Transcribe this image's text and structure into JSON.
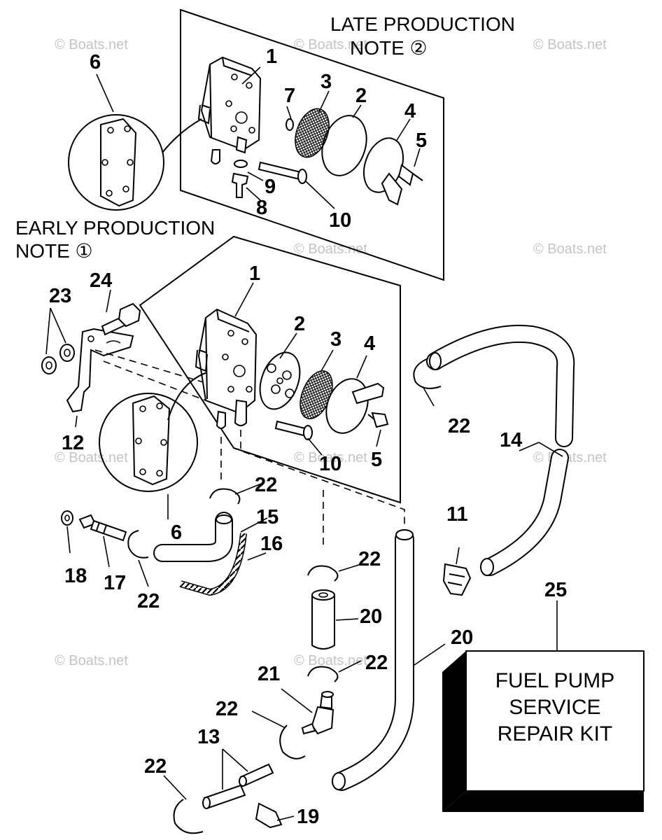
{
  "notes": {
    "late_line1": "LATE PRODUCTION",
    "late_line2": "NOTE ②",
    "early_line1": "EARLY PRODUCTION",
    "early_line2": "NOTE ①"
  },
  "kit": {
    "line1": "FUEL PUMP",
    "line2": "SERVICE",
    "line3": "REPAIR KIT"
  },
  "watermark": "© Boats.net",
  "callouts": {
    "late_1": "1",
    "late_2": "2",
    "late_3": "3",
    "late_4": "4",
    "late_5": "5",
    "late_6": "6",
    "late_7": "7",
    "late_8": "8",
    "late_9": "9",
    "late_10": "10",
    "early_1": "1",
    "early_2": "2",
    "early_3": "3",
    "early_4": "4",
    "early_5": "5",
    "early_6": "6",
    "early_10": "10",
    "n11": "11",
    "n12": "12",
    "n13": "13",
    "n14": "14",
    "n15": "15",
    "n16": "16",
    "n17": "17",
    "n18": "18",
    "n19": "19",
    "n20a": "20",
    "n20b": "20",
    "n21": "21",
    "n22a": "22",
    "n22b": "22",
    "n22c": "22",
    "n22d": "22",
    "n22e": "22",
    "n22f": "22",
    "n22g": "22",
    "n23": "23",
    "n24": "24",
    "n25": "25"
  }
}
